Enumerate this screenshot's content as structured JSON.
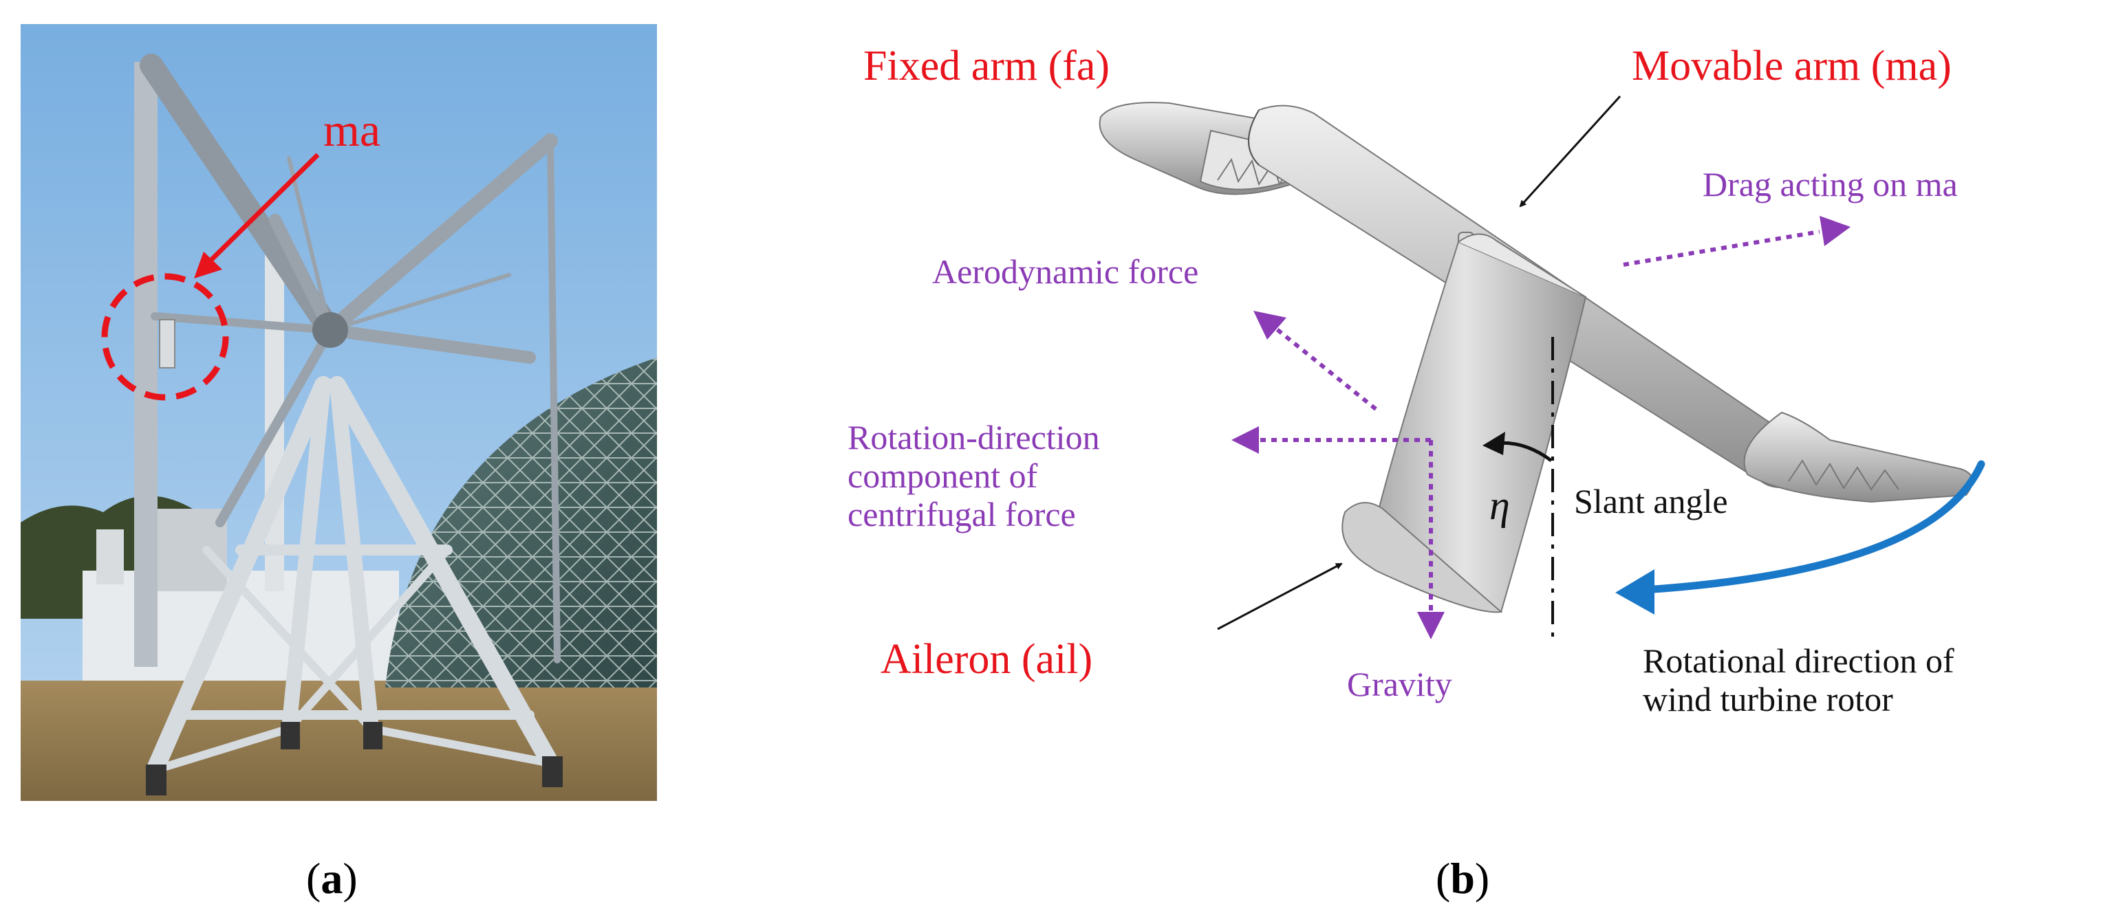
{
  "panel_a": {
    "marker_label": "ma",
    "caption": {
      "open": "(",
      "letter": "a",
      "close": ")"
    }
  },
  "panel_b": {
    "caption": {
      "open": "(",
      "letter": "b",
      "close": ")"
    },
    "labels": {
      "fixed_arm": "Fixed arm (fa)",
      "movable_arm": "Movable arm (ma)",
      "drag": "Drag acting on ma",
      "aero_force": "Aerodynamic force",
      "rotation_component": [
        "Rotation-direction",
        "component of",
        "centrifugal force"
      ],
      "eta": "η",
      "slant_angle": "Slant angle",
      "aileron": "Aileron (ail)",
      "gravity": "Gravity",
      "rotational_direction": [
        "Rotational direction of",
        "wind turbine rotor"
      ]
    }
  },
  "colors": {
    "part_label": "#e8141c",
    "force_label": "#8a3bb5",
    "rotation_arrow": "#1a78c8",
    "marker": "#e8141c"
  }
}
